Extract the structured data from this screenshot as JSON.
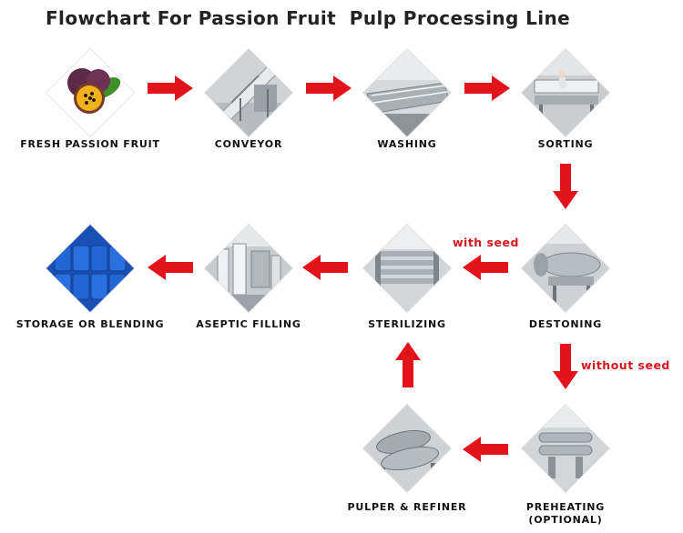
{
  "title": "Flowchart For Passion Fruit  Pulp Processing Line",
  "steps": [
    {
      "label": "FRESH PASSION FRUIT",
      "icon": "passion-fruit-photo"
    },
    {
      "label": "CONVEYOR",
      "icon": "conveyor-machine-photo"
    },
    {
      "label": "WASHING",
      "icon": "washing-machine-photo"
    },
    {
      "label": "SORTING",
      "icon": "sorting-machine-photo"
    },
    {
      "label": "DESTONING",
      "icon": "destoning-machine-photo"
    },
    {
      "label": "STERILIZING",
      "icon": "sterilizer-photo"
    },
    {
      "label": "ASEPTIC FILLING",
      "icon": "aseptic-filler-photo"
    },
    {
      "label": "STORAGE OR BLENDING",
      "icon": "blue-drums-photo"
    },
    {
      "label": "PREHEATING",
      "label2": "(OPTIONAL)",
      "icon": "preheater-photo"
    },
    {
      "label": "PULPER & REFINER",
      "icon": "pulper-refiner-photo"
    }
  ],
  "notes": {
    "with_seed": "with seed",
    "without_seed": "without seed"
  },
  "colors": {
    "arrow": "#e3131b",
    "text": "#111111",
    "border": "#dddddd"
  }
}
